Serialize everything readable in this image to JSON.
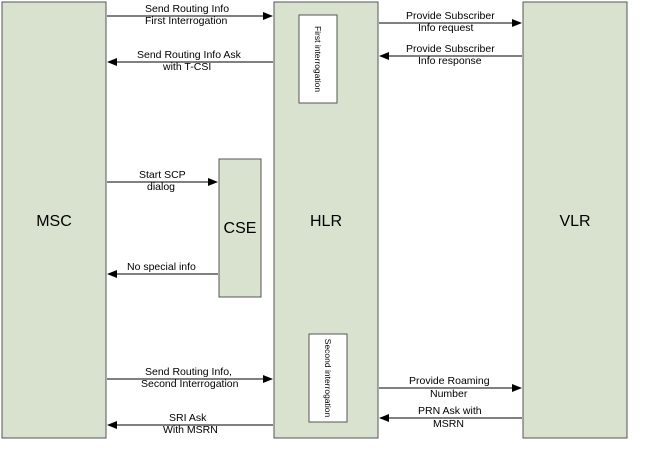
{
  "colors": {
    "entity_fill": "#d9e2cf",
    "entity_stroke": "#555555",
    "note_fill": "#ffffff",
    "arrow": "#000000"
  },
  "entities": {
    "msc": "MSC",
    "hlr": "HLR",
    "vlr": "VLR",
    "cse": "CSE"
  },
  "notes": {
    "first": "First interrogation",
    "second": "Second interrogation"
  },
  "messages": {
    "sri_first": [
      "Send Routing Info",
      "First Interrogation"
    ],
    "sri_ask_tcsi": [
      "Send Routing Info Ask",
      "with T-CSI"
    ],
    "psi_request": [
      "Provide Subscriber",
      "Info request"
    ],
    "psi_response": [
      "Provide Subscriber",
      "Info response"
    ],
    "start_scp": [
      "Start SCP",
      "dialog"
    ],
    "no_special": [
      "No special info"
    ],
    "sri_second": [
      "Send Routing Info,",
      "Second Interrogation"
    ],
    "sri_ask_msrn": [
      "SRI Ask",
      "With MSRN"
    ],
    "prn": [
      "Provide Roaming",
      "Number"
    ],
    "prn_ask": [
      "PRN Ask with",
      "MSRN"
    ]
  }
}
